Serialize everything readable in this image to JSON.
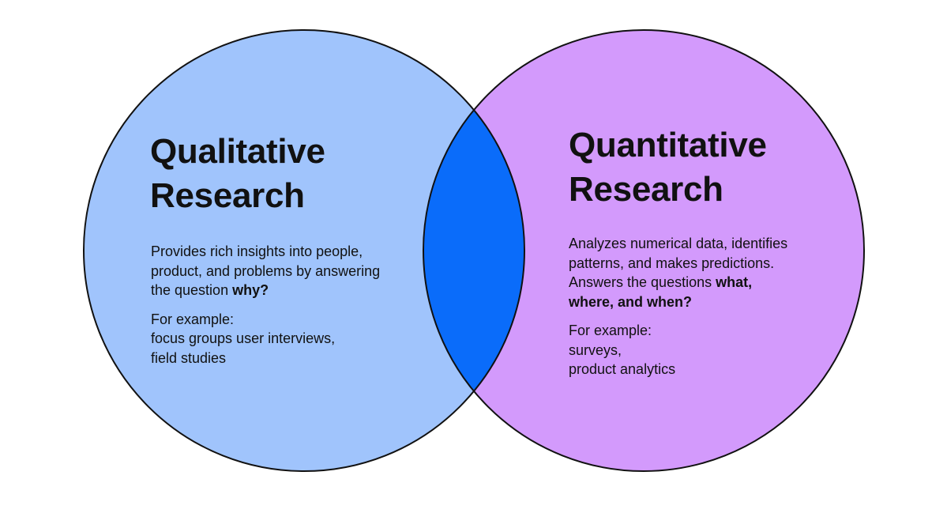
{
  "colors": {
    "left": "#a0c4fc",
    "right": "#d39afc",
    "overlap": "#0a6cfa",
    "stroke": "#111111"
  },
  "left": {
    "title_line1": "Qualitative",
    "title_line2": "Research",
    "desc": "Provides rich insights into people, product, and problems by answering the question ",
    "desc_bold": "why?",
    "example_label": "For example:",
    "examples_line1": "focus groups user interviews,",
    "examples_line2": "field studies"
  },
  "right": {
    "title_line1": "Quantitative",
    "title_line2": "Research",
    "desc": "Analyzes numerical data, identifies patterns, and makes predictions. Answers the questions ",
    "desc_bold": "what, where, and when?",
    "example_label": "For example:",
    "examples_line1": "surveys,",
    "examples_line2": "product analytics"
  }
}
